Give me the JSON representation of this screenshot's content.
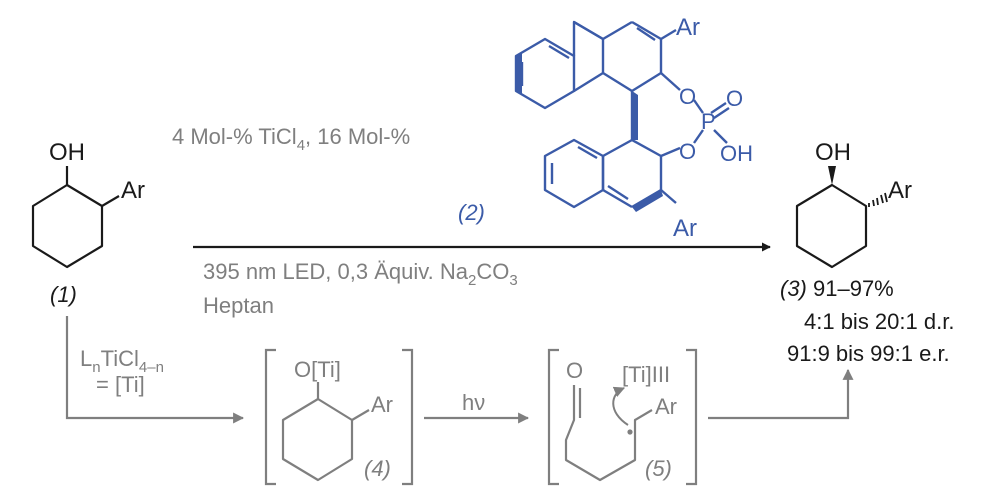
{
  "colors": {
    "black": "#1a1a1a",
    "grey": "#7f7f7f",
    "blue": "#3b5ba8"
  },
  "compound1": {
    "oh": "OH",
    "ar": "Ar",
    "label": "(1)"
  },
  "catalyst2": {
    "ar_top": "Ar",
    "ar_bottom": "Ar",
    "o_upper": "O",
    "o_lower": "O",
    "p": "P",
    "o_double": "O",
    "oh": "OH",
    "label": "(2)"
  },
  "conditions": {
    "top_prefix": "4 Mol-% TiCl",
    "top_sub": "4",
    "top_suffix": ", 16 Mol-%",
    "bottom_prefix": "395 nm LED, 0,3 Äquiv. Na",
    "bottom_sub1": "2",
    "bottom_mid": "CO",
    "bottom_sub2": "3",
    "solvent": "Heptan"
  },
  "product3": {
    "oh": "OH",
    "ar": "Ar",
    "label": "(3)",
    "yield": " 91–97%",
    "dr": "4:1 bis 20:1 d.r.",
    "er": "91:9 bis 99:1 e.r."
  },
  "ti_reagent": {
    "prefix": "L",
    "sub_n": "n",
    "mid": "TiCl",
    "sub_4n": "4–n",
    "equals": "= [Ti]"
  },
  "intermediate4": {
    "oti": "O[Ti]",
    "ar": "Ar",
    "label": "(4)"
  },
  "step_hv": {
    "label": "hν"
  },
  "intermediate5": {
    "o": "O",
    "ti": "[Ti]III",
    "ar": "Ar",
    "label": "(5)"
  }
}
